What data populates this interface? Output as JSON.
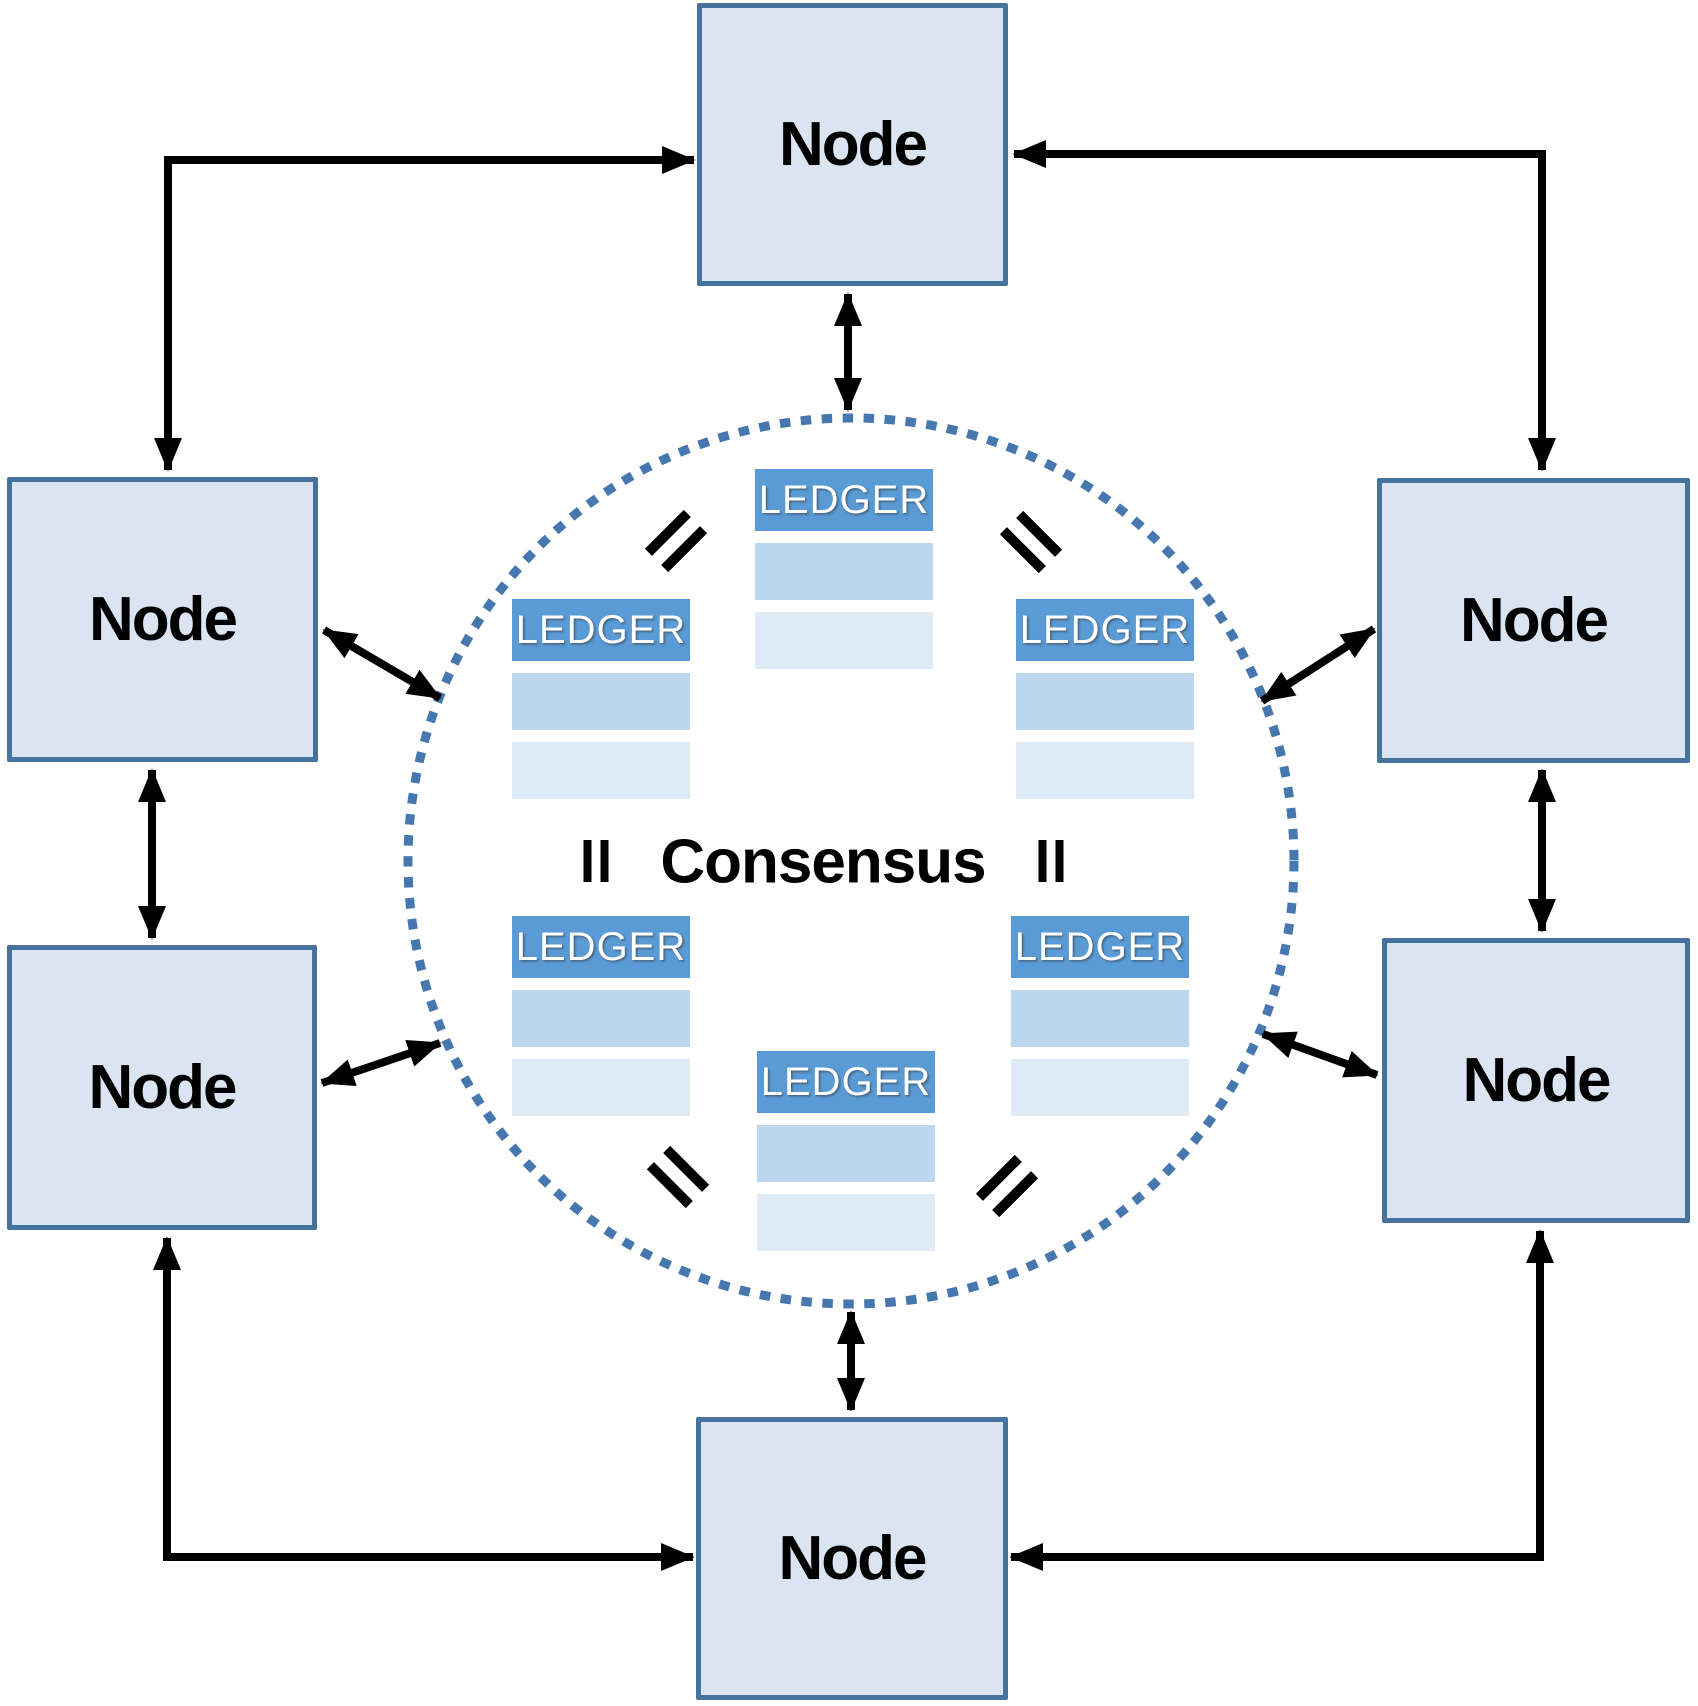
{
  "diagram": {
    "center_label": "Consensus",
    "nodes": [
      {
        "position": "top",
        "label": "Node"
      },
      {
        "position": "left-upper",
        "label": "Node"
      },
      {
        "position": "left-lower",
        "label": "Node"
      },
      {
        "position": "right-upper",
        "label": "Node"
      },
      {
        "position": "right-lower",
        "label": "Node"
      },
      {
        "position": "bottom",
        "label": "Node"
      }
    ],
    "ledgers": [
      {
        "position": "top-center",
        "label": "LEDGER",
        "rows": 2
      },
      {
        "position": "mid-left",
        "label": "LEDGER",
        "rows": 2
      },
      {
        "position": "mid-right",
        "label": "LEDGER",
        "rows": 2
      },
      {
        "position": "lower-left",
        "label": "LEDGER",
        "rows": 2
      },
      {
        "position": "lower-right",
        "label": "LEDGER",
        "rows": 2
      },
      {
        "position": "bottom-center",
        "label": "LEDGER",
        "rows": 2
      }
    ],
    "equals_symbol": "=",
    "equals_positions": [
      "upper-left-diagonal",
      "upper-right-diagonal",
      "mid-left-vertical",
      "mid-right-vertical",
      "lower-left-diagonal",
      "lower-right-diagonal"
    ],
    "connections": {
      "type": "bidirectional-arrows",
      "node_to_node": [
        "top↔left-upper",
        "top↔right-upper",
        "left-upper↔left-lower",
        "right-upper↔right-lower",
        "bottom↔left-lower",
        "bottom↔right-lower"
      ],
      "node_to_circle": [
        "top",
        "bottom",
        "left-upper",
        "left-lower",
        "right-upper",
        "right-lower"
      ]
    },
    "colors": {
      "node_fill": "#DBE5F1",
      "node_border": "#45739E",
      "ledger_header": "#5B9BD5",
      "ledger_row_medium": "#BDD7EE",
      "ledger_row_light": "#DEEAF6",
      "circle_dot": "#4677AE",
      "arrow": "#000000",
      "ledger_text": "#FFFFFF",
      "node_text": "#000000"
    }
  }
}
